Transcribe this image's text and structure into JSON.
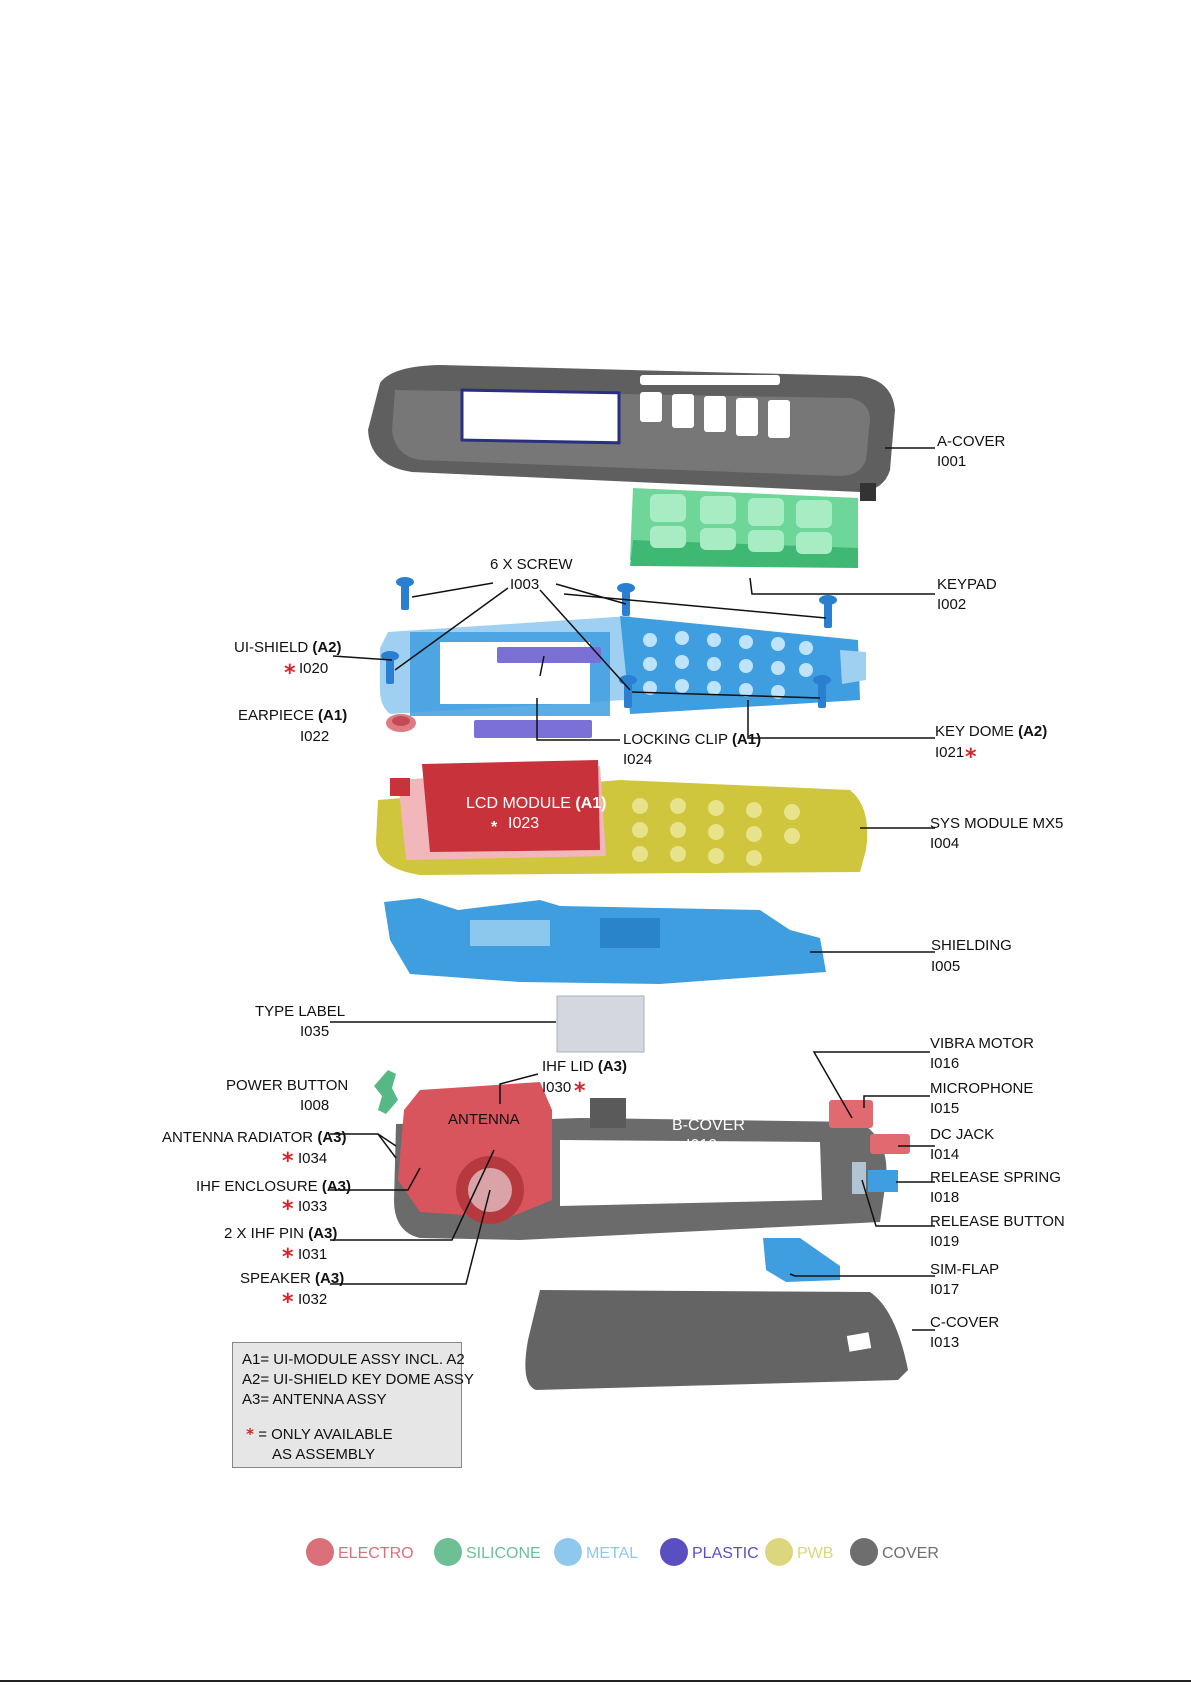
{
  "labels": {
    "a_cover": {
      "name": "A-COVER",
      "code": "I001"
    },
    "keypad": {
      "name": "KEYPAD",
      "code": "I002"
    },
    "screw": {
      "name": "6 X SCREW",
      "code": "I003"
    },
    "ui_shield": {
      "name": "UI-SHIELD",
      "asm": "(A2)",
      "code": "I020"
    },
    "earpiece": {
      "name": "EARPIECE",
      "asm": "(A1)",
      "code": "I022"
    },
    "locking_clip": {
      "name": "LOCKING CLIP",
      "asm": "(A1)",
      "code": "I024"
    },
    "key_dome": {
      "name": "KEY DOME",
      "asm": "(A2)",
      "code": "I021"
    },
    "lcd_module": {
      "name": "LCD MODULE",
      "asm": "(A1)",
      "code": "I023"
    },
    "sys_module": {
      "name": "SYS MODULE MX5",
      "code": "I004"
    },
    "shielding": {
      "name": "SHIELDING",
      "code": "I005"
    },
    "type_label": {
      "name": "TYPE LABEL",
      "code": "I035"
    },
    "vibra_motor": {
      "name": "VIBRA MOTOR",
      "code": "I016"
    },
    "ihf_lid": {
      "name": "IHF LID",
      "asm": "(A3)",
      "code": "I030"
    },
    "power_button": {
      "name": "POWER BUTTON",
      "code": "I008"
    },
    "microphone": {
      "name": "MICROPHONE",
      "code": "I015"
    },
    "antenna": {
      "name": "ANTENNA"
    },
    "b_cover": {
      "name": "B-COVER",
      "code": "I010"
    },
    "dc_jack": {
      "name": "DC JACK",
      "code": "I014"
    },
    "antenna_radiator": {
      "name": "ANTENNA RADIATOR",
      "asm": "(A3)",
      "code": "I034"
    },
    "release_spring": {
      "name": "RELEASE SPRING",
      "code": "I018"
    },
    "ihf_enclosure": {
      "name": "IHF ENCLOSURE",
      "asm": "(A3)",
      "code": "I033"
    },
    "release_button": {
      "name": "RELEASE BUTTON",
      "code": "I019"
    },
    "ihf_pin": {
      "name": "2 X IHF PIN",
      "asm": "(A3)",
      "code": "I031"
    },
    "sim_flap": {
      "name": "SIM-FLAP",
      "code": "I017"
    },
    "speaker": {
      "name": "SPEAKER",
      "asm": "(A3)",
      "code": "I032"
    },
    "c_cover": {
      "name": "C-COVER",
      "code": "I013"
    }
  },
  "star_symbol": "*",
  "note": {
    "a1": "A1= UI-MODULE ASSY INCL. A2",
    "a2": "A2= UI-SHIELD KEY DOME ASSY",
    "a3": "A3= ANTENNA ASSY",
    "star": "*",
    "star_text": "= ONLY AVAILABLE",
    "star_text2": "AS ASSEMBLY"
  },
  "legend": [
    {
      "label": "ELECTRO",
      "color": "#d9707a"
    },
    {
      "label": "SILICONE",
      "color": "#6fbf95"
    },
    {
      "label": "METAL",
      "color": "#8ec8ef"
    },
    {
      "label": "PLASTIC",
      "color": "#5a4fc0"
    },
    {
      "label": "PWB",
      "color": "#dcd77e"
    },
    {
      "label": "COVER",
      "color": "#6e6e6e"
    }
  ],
  "colors": {
    "cover": "#6b6b6b",
    "silicone": "#6fd69a",
    "metal": "#3f9ee0",
    "plastic": "#7b70d6",
    "pwb": "#cfc63e",
    "electro": "#d9555d",
    "star": "#d8222a"
  }
}
